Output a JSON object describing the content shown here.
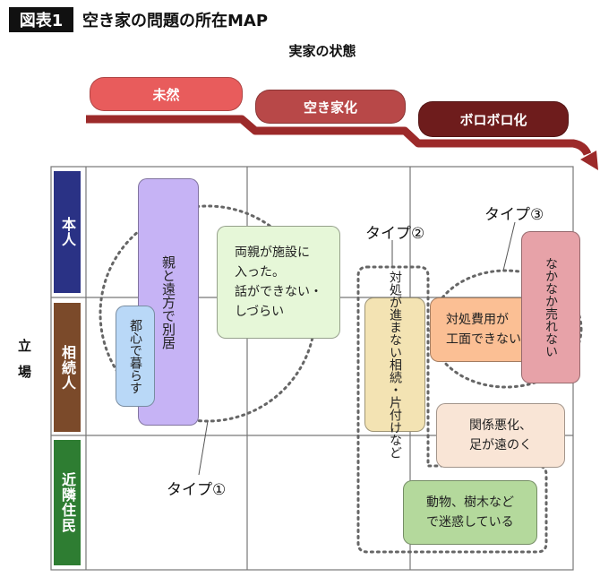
{
  "header": {
    "figure_label": "図表1",
    "title": "空き家の問題の所在MAP"
  },
  "states": {
    "label": "実家の状態",
    "items": [
      "未然",
      "空き家化",
      "ボロボロ化"
    ],
    "colors": [
      "#e85c5c",
      "#b84848",
      "#6e1c1c"
    ]
  },
  "axis": {
    "label": "立場"
  },
  "rows": [
    {
      "label": "本人",
      "color": "#2a3285"
    },
    {
      "label": "相続人",
      "color": "#7b4a2a"
    },
    {
      "label": "近隣住民",
      "color": "#2e7d32"
    }
  ],
  "boxes": {
    "oya_enpo": "親と遠方で別居",
    "toshin": "都心で暮らす",
    "ryoshin": "両親が施設に\n入った。\n話ができない・\nしづらい",
    "taisho_susumanai": "対処が進まない",
    "sozoku_katazuke": "相続・片付けなど",
    "taisho_hiyo": "対処費用が\n工面できない",
    "nakanaka": "なかなか売れない",
    "kankei_akka": "関係悪化、\n足が遠のく",
    "dobutsu": "動物、樹木など\nで迷惑している"
  },
  "types": {
    "type1": "タイプ①",
    "type2": "タイプ②",
    "type3": "タイプ③"
  }
}
